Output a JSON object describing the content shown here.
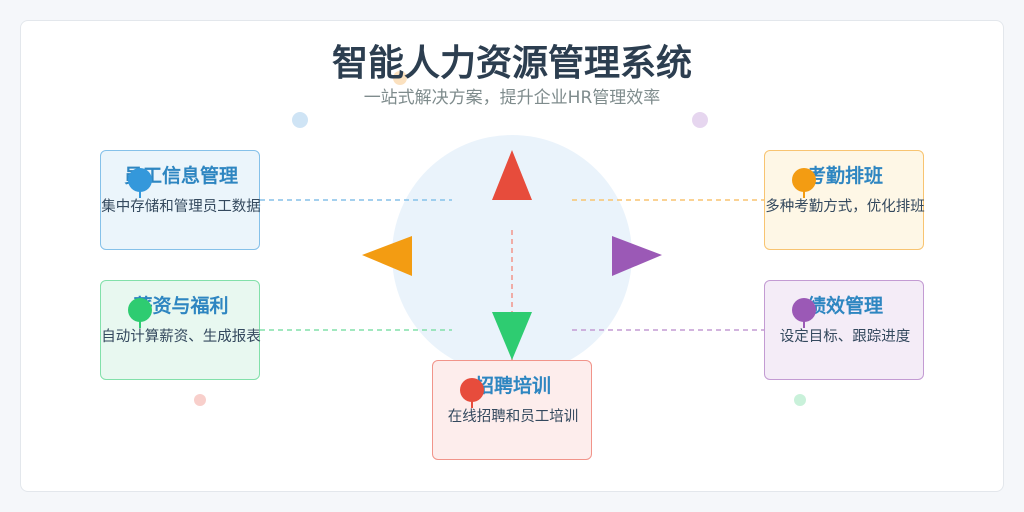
{
  "header": {
    "title": "智能人力资源管理系统",
    "subtitle": "一站式解决方案，提升企业HR管理效率"
  },
  "modules": [
    {
      "title": "员工信息管理",
      "desc": "集中存储和管理员工数据",
      "color": "#3498db"
    },
    {
      "title": "薪资与福利",
      "desc": "自动计算薪资、生成报表",
      "color": "#2ecc71"
    },
    {
      "title": "考勤排班",
      "desc": "多种考勤方式，优化排班",
      "color": "#f39c12"
    },
    {
      "title": "绩效管理",
      "desc": "设定目标、跟踪进度",
      "color": "#9b59b6"
    },
    {
      "title": "招聘培训",
      "desc": "在线招聘和员工培训",
      "color": "#e74c3c"
    }
  ]
}
